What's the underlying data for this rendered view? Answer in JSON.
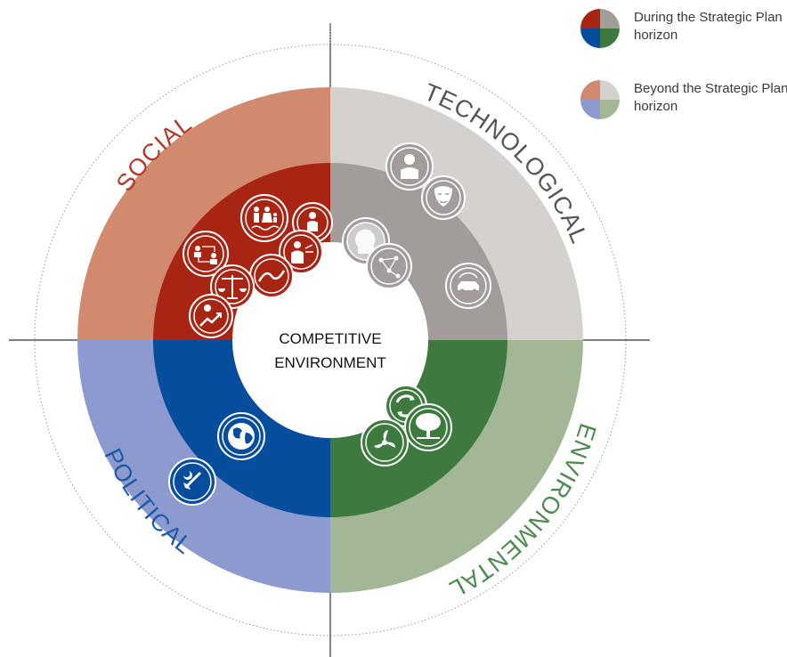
{
  "colors": {
    "social_inner": "#A82514",
    "social_outer": "#D28A6E",
    "technological_inner": "#A29C9A",
    "technological_outer": "#D5D1CF",
    "environmental_inner": "#3E7A3F",
    "environmental_outer": "#A3B797",
    "political_inner": "#074D9E",
    "political_outer": "#8D9ACF",
    "social_text": "#B23A2A",
    "technological_text": "#555555",
    "environmental_text": "#4E8A4F",
    "political_text": "#1E5AA8"
  },
  "center": {
    "line1": "COMPETITIVE",
    "line2": "ENVIRONMENT"
  },
  "sectors": {
    "social": "SOCIAL",
    "technological": "TECHNOLOGICAL",
    "environmental": "ENVIRONMENTAL",
    "political": "POLITICAL"
  },
  "legend": {
    "during": "During the Strategic Plan horizon",
    "beyond": "Beyond the Strategic Plan horizon"
  },
  "icons": {
    "social": [
      "family-icon",
      "person-icon",
      "network-icon",
      "speaking-icon",
      "handshake-icon",
      "scales-icon",
      "growth-icon"
    ],
    "technological": [
      "ai-head-icon",
      "robot-icon",
      "anonymous-mask-icon",
      "connected-car-icon",
      "network-nodes-icon"
    ],
    "environmental": [
      "recycle-icon",
      "tree-icon",
      "windmill-icon"
    ],
    "political": [
      "globe-icon",
      "space-shuttle-icon"
    ]
  }
}
